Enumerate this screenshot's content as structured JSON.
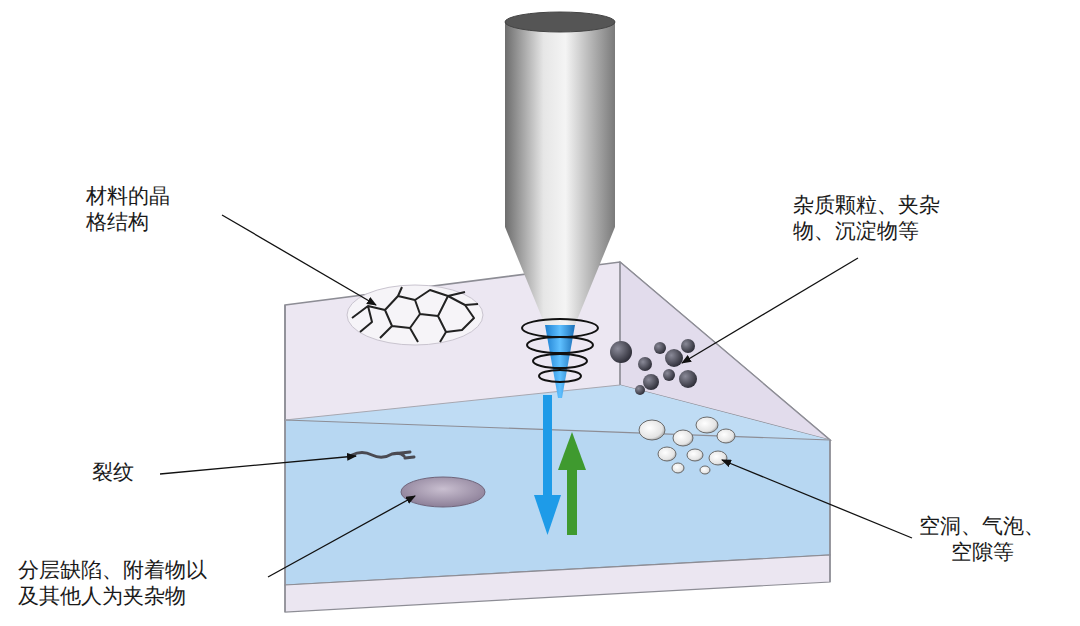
{
  "diagram": {
    "labels": [
      "材料的晶格结构",
      "杂质颗粒、夹杂物、沉淀物等",
      "裂纹",
      "空洞、气泡、空隙等",
      "分层缺陷、附着物以及其他人为夹杂物"
    ]
  }
}
